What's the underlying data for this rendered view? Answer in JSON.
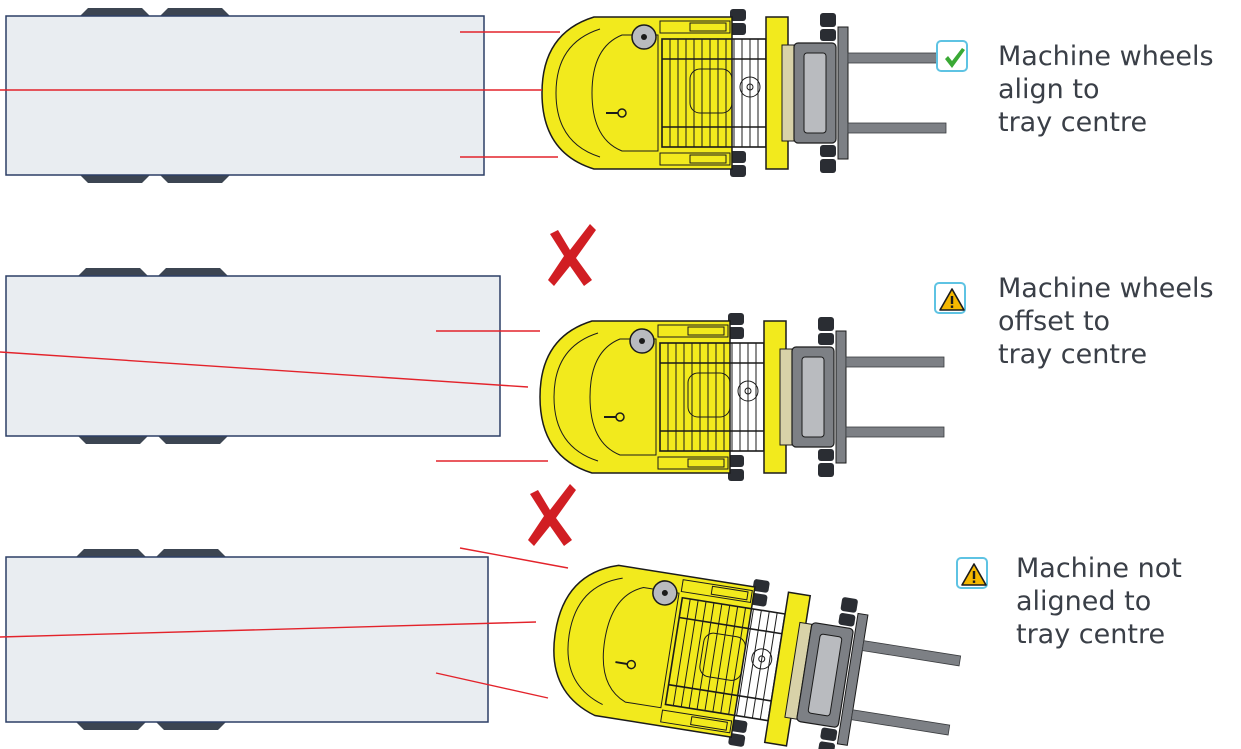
{
  "scenarios": [
    {
      "status_icon": "checkmark-icon",
      "lines": [
        "Machine wheels",
        "align to",
        "tray centre"
      ]
    },
    {
      "status_icon": "warning-icon",
      "lines": [
        "Machine wheels",
        "offset to",
        "tray centre"
      ]
    },
    {
      "status_icon": "warning-icon",
      "lines": [
        "Machine not",
        "aligned to",
        "tray centre"
      ]
    }
  ],
  "colors": {
    "tray_fill": "#e9edf1",
    "tray_border": "#2c3f66",
    "tray_wheel": "#3c4552",
    "alignment_line": "#e3232b",
    "machine_body": "#f2ea1d",
    "machine_outline": "#1b1b1b",
    "fork": "#7d8085",
    "cross_mark": "#d11e23",
    "check_mark": "#3aa935",
    "warning_fill": "#f5b800",
    "badge_border": "#5ec3e3",
    "text": "#3a3f47"
  }
}
